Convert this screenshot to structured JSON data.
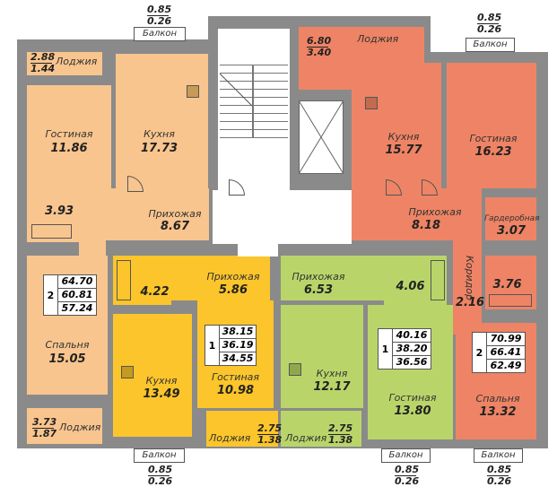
{
  "colors": {
    "apt_a": "#f9c58e",
    "apt_b": "#fbc52b",
    "apt_c": "#b9d56a",
    "apt_d": "#ee8465",
    "wall": "#8a8a8a",
    "common": "#ffffff"
  },
  "balconies": {
    "top_left": {
      "label": "Балкон",
      "total": "0.85",
      "reduced": "0.26"
    },
    "top_right": {
      "label": "Балкон",
      "total": "0.85",
      "reduced": "0.26"
    },
    "bottom_left": {
      "label": "Балкон",
      "total": "0.85",
      "reduced": "0.26"
    },
    "bottom_mid": {
      "label": "Балкон",
      "total": "0.85",
      "reduced": "0.26"
    },
    "bottom_right": {
      "label": "Балкон",
      "total": "0.85",
      "reduced": "0.26"
    }
  },
  "apt_a": {
    "rooms_count": "2",
    "areas": [
      "64.70",
      "60.81",
      "57.24"
    ],
    "loggia_top": {
      "label": "Лоджия",
      "total": "2.88",
      "reduced": "1.44"
    },
    "living": {
      "label": "Гостиная",
      "area": "11.86"
    },
    "kitchen": {
      "label": "Кухня",
      "area": "17.73"
    },
    "bath": {
      "area": "3.93"
    },
    "hall": {
      "label": "Прихожая",
      "area": "8.67"
    },
    "bedroom": {
      "label": "Спальня",
      "area": "15.05"
    },
    "loggia_bottom": {
      "label": "Лоджия",
      "total": "3.73",
      "reduced": "1.87"
    }
  },
  "apt_b": {
    "rooms_count": "1",
    "areas": [
      "38.15",
      "36.19",
      "34.55"
    ],
    "bath": {
      "area": "4.22"
    },
    "hall": {
      "label": "Прихожая",
      "area": "5.86"
    },
    "kitchen": {
      "label": "Кухня",
      "area": "13.49"
    },
    "living": {
      "label": "Гостиная",
      "area": "10.98"
    },
    "loggia": {
      "label": "Лоджия",
      "total": "2.75",
      "reduced": "1.38"
    }
  },
  "apt_c": {
    "rooms_count": "1",
    "areas": [
      "40.16",
      "38.20",
      "36.56"
    ],
    "hall": {
      "label": "Прихожая",
      "area": "6.53"
    },
    "bath": {
      "area": "4.06"
    },
    "kitchen": {
      "label": "Кухня",
      "area": "12.17"
    },
    "living": {
      "label": "Гостиная",
      "area": "13.80"
    },
    "loggia": {
      "label": "Лоджия",
      "total": "2.75",
      "reduced": "1.38"
    }
  },
  "apt_d": {
    "rooms_count": "2",
    "areas": [
      "70.99",
      "66.41",
      "62.49"
    ],
    "loggia": {
      "label": "Лоджия",
      "total": "6.80",
      "reduced": "3.40"
    },
    "kitchen": {
      "label": "Кухня",
      "area": "15.77"
    },
    "living": {
      "label": "Гостиная",
      "area": "16.23"
    },
    "hall": {
      "label": "Прихожая",
      "area": "8.18"
    },
    "wardrobe": {
      "label": "Гардеробная",
      "area": "3.07"
    },
    "corridor": {
      "label": "Коридор",
      "area": "2.16"
    },
    "bath": {
      "area": "3.76"
    },
    "bedroom": {
      "label": "Спальня",
      "area": "13.32"
    }
  }
}
